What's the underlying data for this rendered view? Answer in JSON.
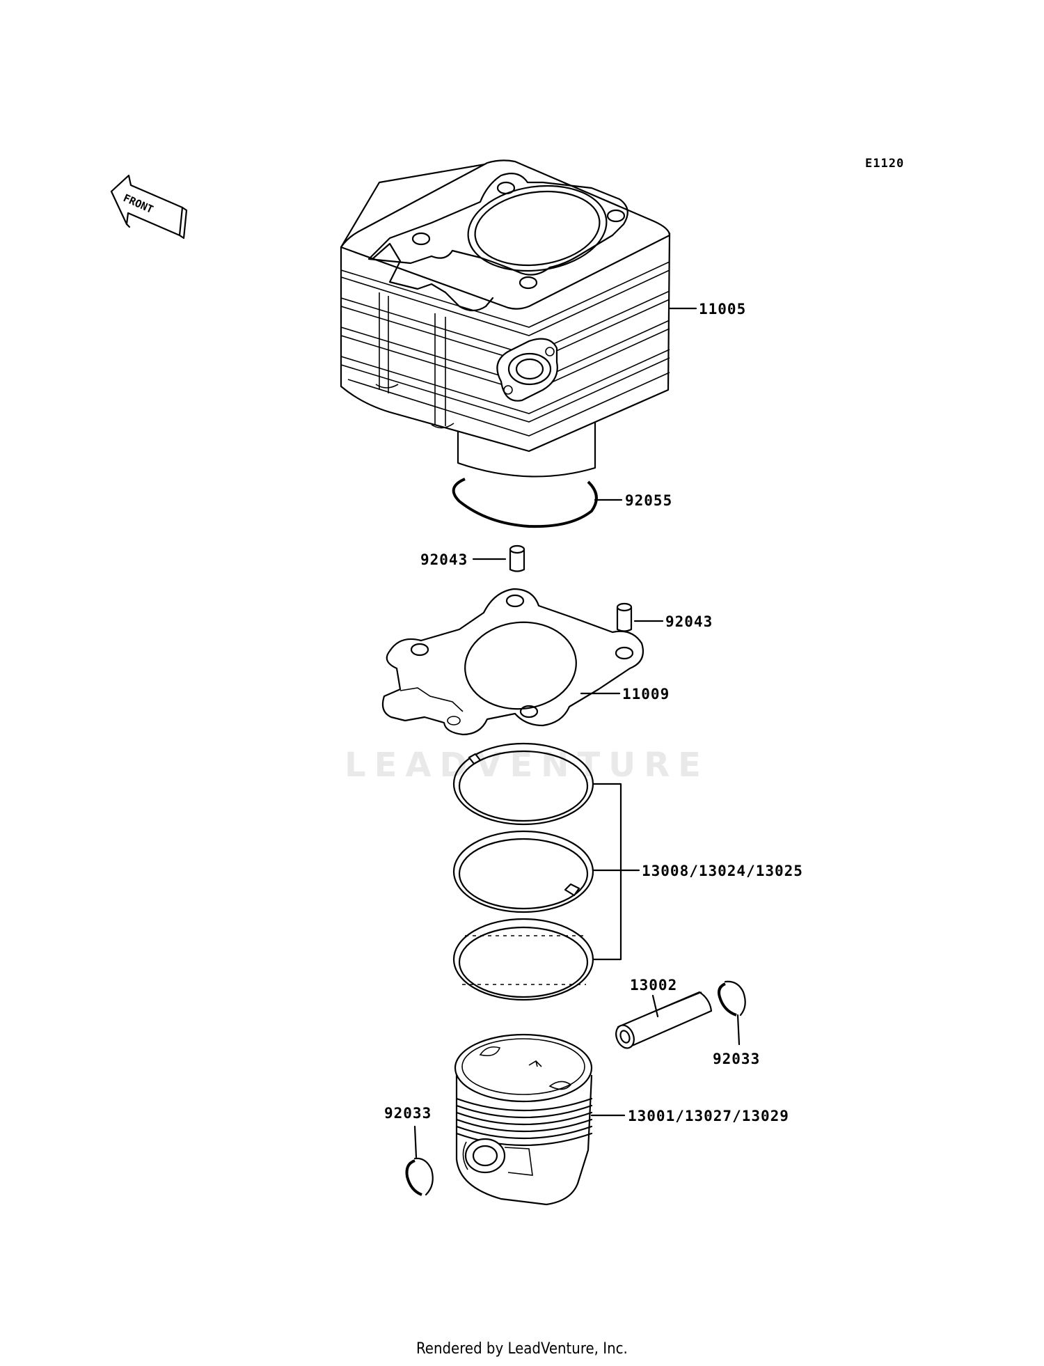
{
  "diagram_code": "E1120",
  "front_label": "FRONT",
  "watermark": "LEADVENTURE",
  "footer": "Rendered by LeadVenture, Inc.",
  "parts": {
    "cylinder": "11005",
    "o_ring": "92055",
    "dowel_left": "92043",
    "dowel_right": "92043",
    "base_gasket": "11009",
    "piston_rings": "13008/13024/13025",
    "piston_pin": "13002",
    "snap_ring_right": "92033",
    "snap_ring_left": "92033",
    "piston": "13001/13027/13029"
  }
}
